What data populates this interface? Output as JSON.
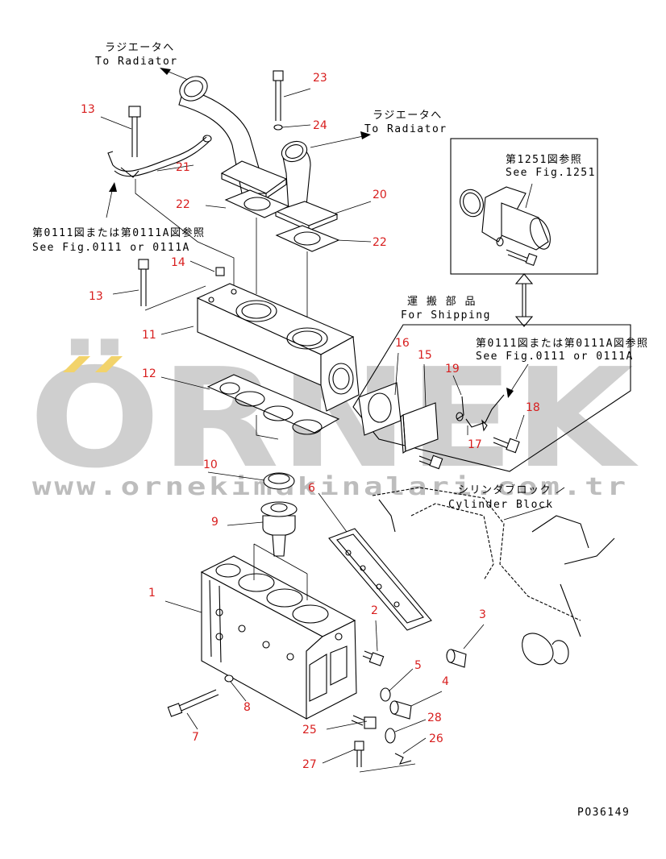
{
  "watermark": {
    "brand": "ÖRNEK",
    "url": "www.ornekimakinalari.com.tr",
    "colors": {
      "text": "#cfcfcf",
      "umlaut_accent": "#f2d36b"
    }
  },
  "part_numbers": {
    "n1": "1",
    "n2": "2",
    "n3": "3",
    "n4": "4",
    "n5": "5",
    "n6": "6",
    "n7": "7",
    "n8": "8",
    "n9": "9",
    "n10": "10",
    "n11": "11",
    "n12": "12",
    "n13a": "13",
    "n13b": "13",
    "n14": "14",
    "n15": "15",
    "n16": "16",
    "n17": "17",
    "n18": "18",
    "n19": "19",
    "n20": "20",
    "n21": "21",
    "n22a": "22",
    "n22b": "22",
    "n23": "23",
    "n24": "24",
    "n25": "25",
    "n26": "26",
    "n27": "27",
    "n28": "28"
  },
  "callouts": {
    "radiator1_jp": "ラジエータへ",
    "radiator1_en": "To Radiator",
    "radiator2_jp": "ラジエータへ",
    "radiator2_en": "To Radiator",
    "ref0111_jp": "第0111図または第0111A図参照",
    "ref0111_en": "See Fig.0111 or 0111A",
    "ref1251_jp": "第1251図参照",
    "ref1251_en": "See Fig.1251",
    "shipping_jp": "運 搬 部 品",
    "shipping_en": "For Shipping",
    "ref0111b_jp": "第0111図または第0111A図参照",
    "ref0111b_en": "See Fig.0111 or 0111A",
    "cylblock_jp": "シリンダブロック",
    "cylblock_en": "Cylinder Block"
  },
  "drawing_id": "PO36149",
  "colors": {
    "part_number": "#d81e1e",
    "line": "#000000"
  }
}
